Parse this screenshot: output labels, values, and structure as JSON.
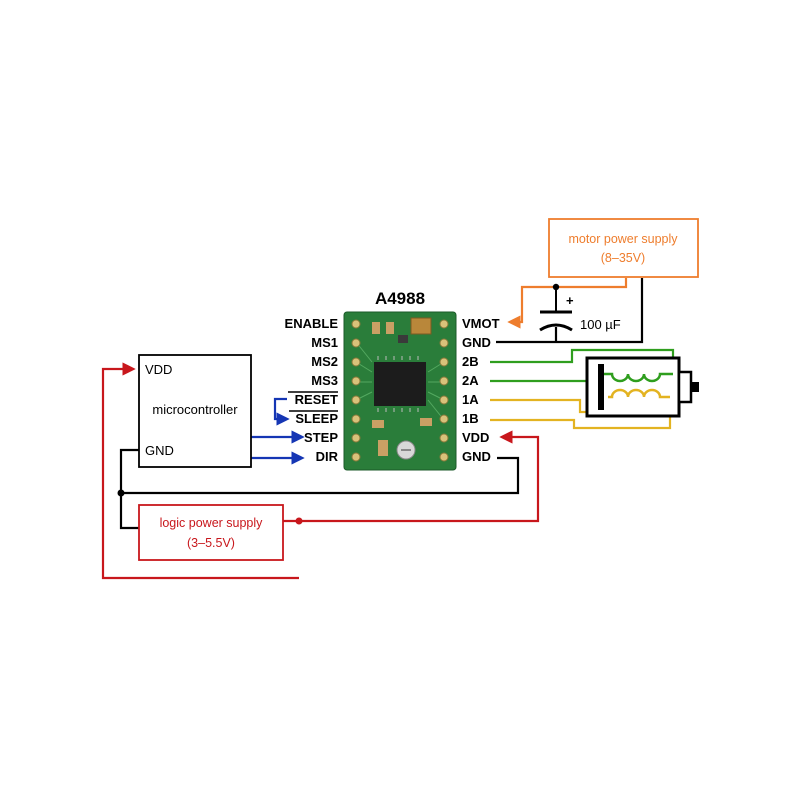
{
  "chip": {
    "title": "A4988",
    "left_pins": [
      "ENABLE",
      "MS1",
      "MS2",
      "MS3",
      "RESET",
      "SLEEP",
      "STEP",
      "DIR"
    ],
    "right_pins": [
      "VMOT",
      "GND",
      "2B",
      "2A",
      "1A",
      "1B",
      "VDD",
      "GND"
    ]
  },
  "microcontroller": {
    "label": "microcontroller",
    "vdd": "VDD",
    "gnd": "GND"
  },
  "motor_supply": {
    "line1": "motor power supply",
    "line2": "(8–35V)"
  },
  "logic_supply": {
    "line1": "logic power supply",
    "line2": "(3–5.5V)"
  },
  "capacitor": {
    "value": "100 µF",
    "plus": "+"
  },
  "colors": {
    "logic_power": "#c8171c",
    "motor_power": "#ee7d2d",
    "signal": "#1536b4",
    "coil_2": "#2f9e1e",
    "coil_1": "#e3b321",
    "ground": "#000000",
    "board": "#2a7d3a"
  }
}
